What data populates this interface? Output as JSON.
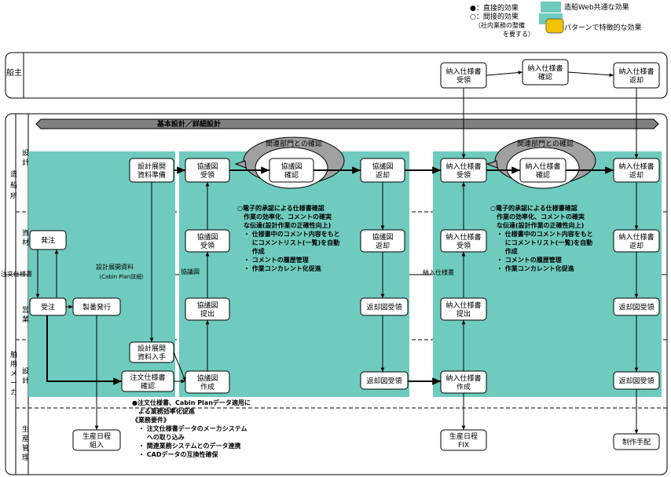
{
  "legend": {
    "direct": "●：直接的効果",
    "indirect": "○：間接的効果",
    "indirect_note_1": "（社内業務の整備",
    "indirect_note_2": "を要する）",
    "common": "造船Web共通な効果",
    "pattern": "パターンで特徴的な効果",
    "colors": {
      "common": "#6fcbbd",
      "pattern": "#f2c200"
    }
  },
  "lanes": {
    "owner": "船主",
    "shipyard": "造船所",
    "shipyard_design": "設計",
    "shipyard_materials": "資材",
    "maker": "舶用メーカ",
    "maker_sales": "営業",
    "maker_design": "設計",
    "maker_production": "生産管理"
  },
  "banner": "基本設計／詳細設計",
  "bubbles": {
    "meeting_left": "関連部門との確認",
    "meeting_right": "関連部門との確認"
  },
  "boxes": {
    "owner_receive": [
      "納入仕様書",
      "受領"
    ],
    "owner_confirm": [
      "納入仕様書",
      "確認"
    ],
    "owner_return": [
      "納入仕様書",
      "返却"
    ],
    "prep": [
      "設計展開",
      "資料準備"
    ],
    "kyogi_recv": [
      "協議図",
      "受領"
    ],
    "kyogi_check": [
      "協議図",
      "確認"
    ],
    "kyogi_return": [
      "協議図",
      "返却"
    ],
    "nonyu_recv": [
      "納入仕様書",
      "受領"
    ],
    "nonyu_check": [
      "納入仕様書",
      "確認"
    ],
    "nonyu_return": [
      "納入仕様書",
      "返却"
    ],
    "hatchu": [
      "発注"
    ],
    "mat_kyogi_recv": [
      "協議図",
      "受領"
    ],
    "mat_kyogi_return": [
      "協議図",
      "返却"
    ],
    "mat_nonyu_recv": [
      "納入仕様書",
      "受領"
    ],
    "mat_nonyu_return": [
      "納入仕様書",
      "返却"
    ],
    "juchu": [
      "受注"
    ],
    "seiban": [
      "製番発行"
    ],
    "sales_kyogi_submit": [
      "協議図",
      "提出"
    ],
    "sales_henkyaku": [
      "返却図受領"
    ],
    "sales_nonyu_submit": [
      "納入仕様書",
      "提出"
    ],
    "sales_henkyaku2": [
      "返却図受領"
    ],
    "design_input": [
      "設計展開",
      "資料入手"
    ],
    "order_confirm": [
      "注文仕様書",
      "確認"
    ],
    "kyogi_create": [
      "協議図",
      "作成"
    ],
    "design_henkyaku": [
      "返却図受領"
    ],
    "nonyu_create": [
      "納入仕様書",
      "作成"
    ],
    "design_henkyaku2": [
      "返却図受領"
    ],
    "prod_plan": [
      "生産日程",
      "組入"
    ],
    "prod_fix": [
      "生産日程",
      "FIX"
    ],
    "prod_start": [
      "制作手配"
    ]
  },
  "labels": {
    "design_material": "設計展開資料",
    "cabin_plan": "（Cabin Plan詳細）",
    "kyogi_doc": "協議図",
    "order_spec": "注文仕様書",
    "nonyu_doc": "納入仕様書"
  },
  "notes_left": [
    "○電子的承認による仕様書確認",
    "　作業の効率化、コメントの確実",
    "　な伝達(設計作業の正確性向上)",
    "　・ 仕様書中のコメント内容をもと",
    "　　 にコメントリスト(一覧)を自動",
    "　　 作成",
    "　・ コメントの履歴管理",
    "　・ 作業コンカレント化促進"
  ],
  "notes_right": [
    "○電子的承認による仕様書確認",
    "　作業の効率化、コメントの確実",
    "　な伝達(設計作業の正確性向上)",
    "　・ 仕様書中のコメント内容をもと",
    "　　 にコメントリスト(一覧)を自動",
    "　　 作成",
    "　・ コメントの履歴管理",
    "　・ 作業コンカレント化促進"
  ],
  "notes_bottom": [
    "●注文仕様書、Cabin Planデータ適用に",
    "　よる業務効率化促進",
    "《業務要件》",
    "　・ 注文仕様書データのメーカシステム",
    "　　 への取り込み",
    "　・ 関連業務システムとのデータ連携",
    "　・ CADデータの互換性確保"
  ]
}
